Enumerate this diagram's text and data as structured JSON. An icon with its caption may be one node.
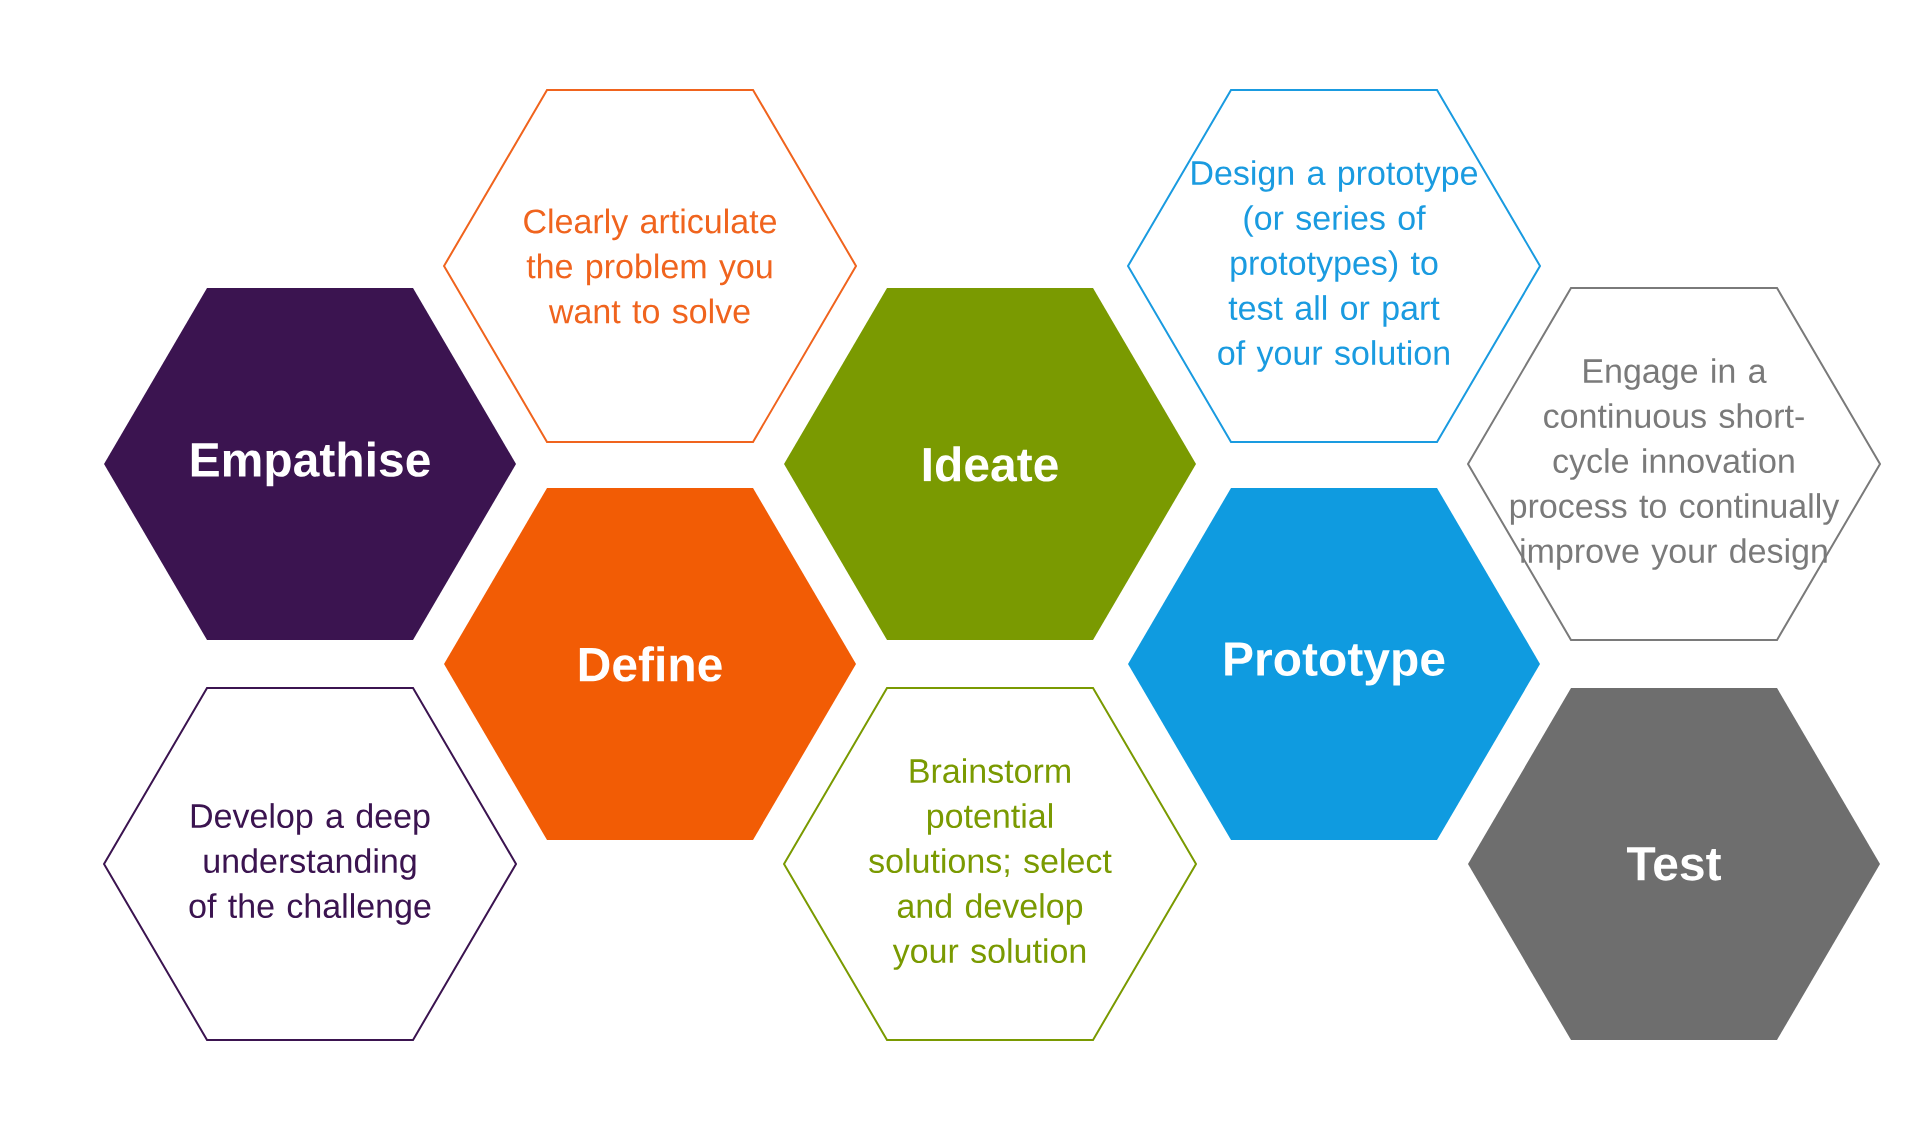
{
  "diagram": {
    "nodes": [
      {
        "text": [
          "Empathise"
        ]
      },
      {
        "text": [
          "Develop a deep understanding of the challenge"
        ]
      },
      {
        "text": [
          "Clearly articulate the problem you want to solve"
        ]
      },
      {
        "text": [
          "Define"
        ]
      },
      {
        "text": [
          "Ideate"
        ]
      },
      {
        "text": [
          "Brainstorm potential solutions; select and develop your solution"
        ]
      },
      {
        "text": [
          "Design a prototype (or series of prototypes) to test all or part of your solution"
        ]
      },
      {
        "text": [
          "Prototype"
        ]
      },
      {
        "text": [
          "Engage in a continuous short-cycle innovation process to continually improve your design"
        ]
      },
      {
        "text": [
          "Test"
        ]
      }
    ]
  }
}
